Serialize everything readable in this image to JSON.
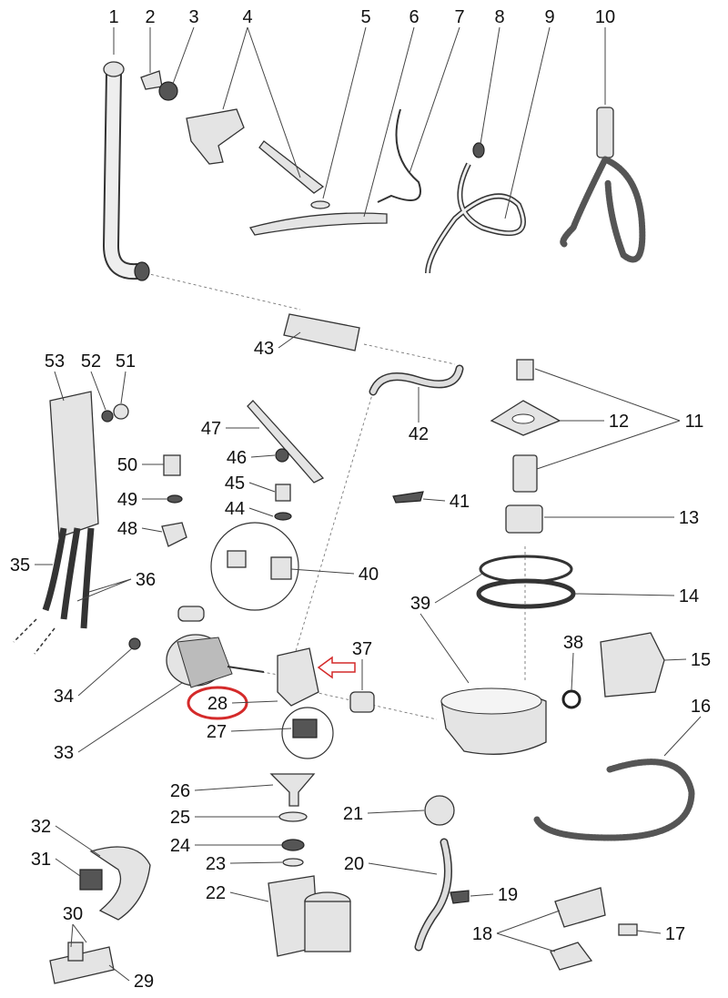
{
  "diagram": {
    "title": "Dishwasher exploded parts diagram",
    "highlight_color": "#d42a2a",
    "highlighted_part": "28",
    "part_labels": [
      "1",
      "2",
      "3",
      "4",
      "5",
      "6",
      "7",
      "8",
      "9",
      "10",
      "11",
      "12",
      "13",
      "14",
      "15",
      "16",
      "17",
      "18",
      "19",
      "20",
      "21",
      "22",
      "23",
      "24",
      "25",
      "26",
      "27",
      "28",
      "29",
      "30",
      "31",
      "32",
      "33",
      "34",
      "35",
      "36",
      "37",
      "38",
      "39",
      "40",
      "41",
      "42",
      "43",
      "44",
      "45",
      "46",
      "47",
      "48",
      "49",
      "50",
      "51",
      "52",
      "53"
    ]
  }
}
